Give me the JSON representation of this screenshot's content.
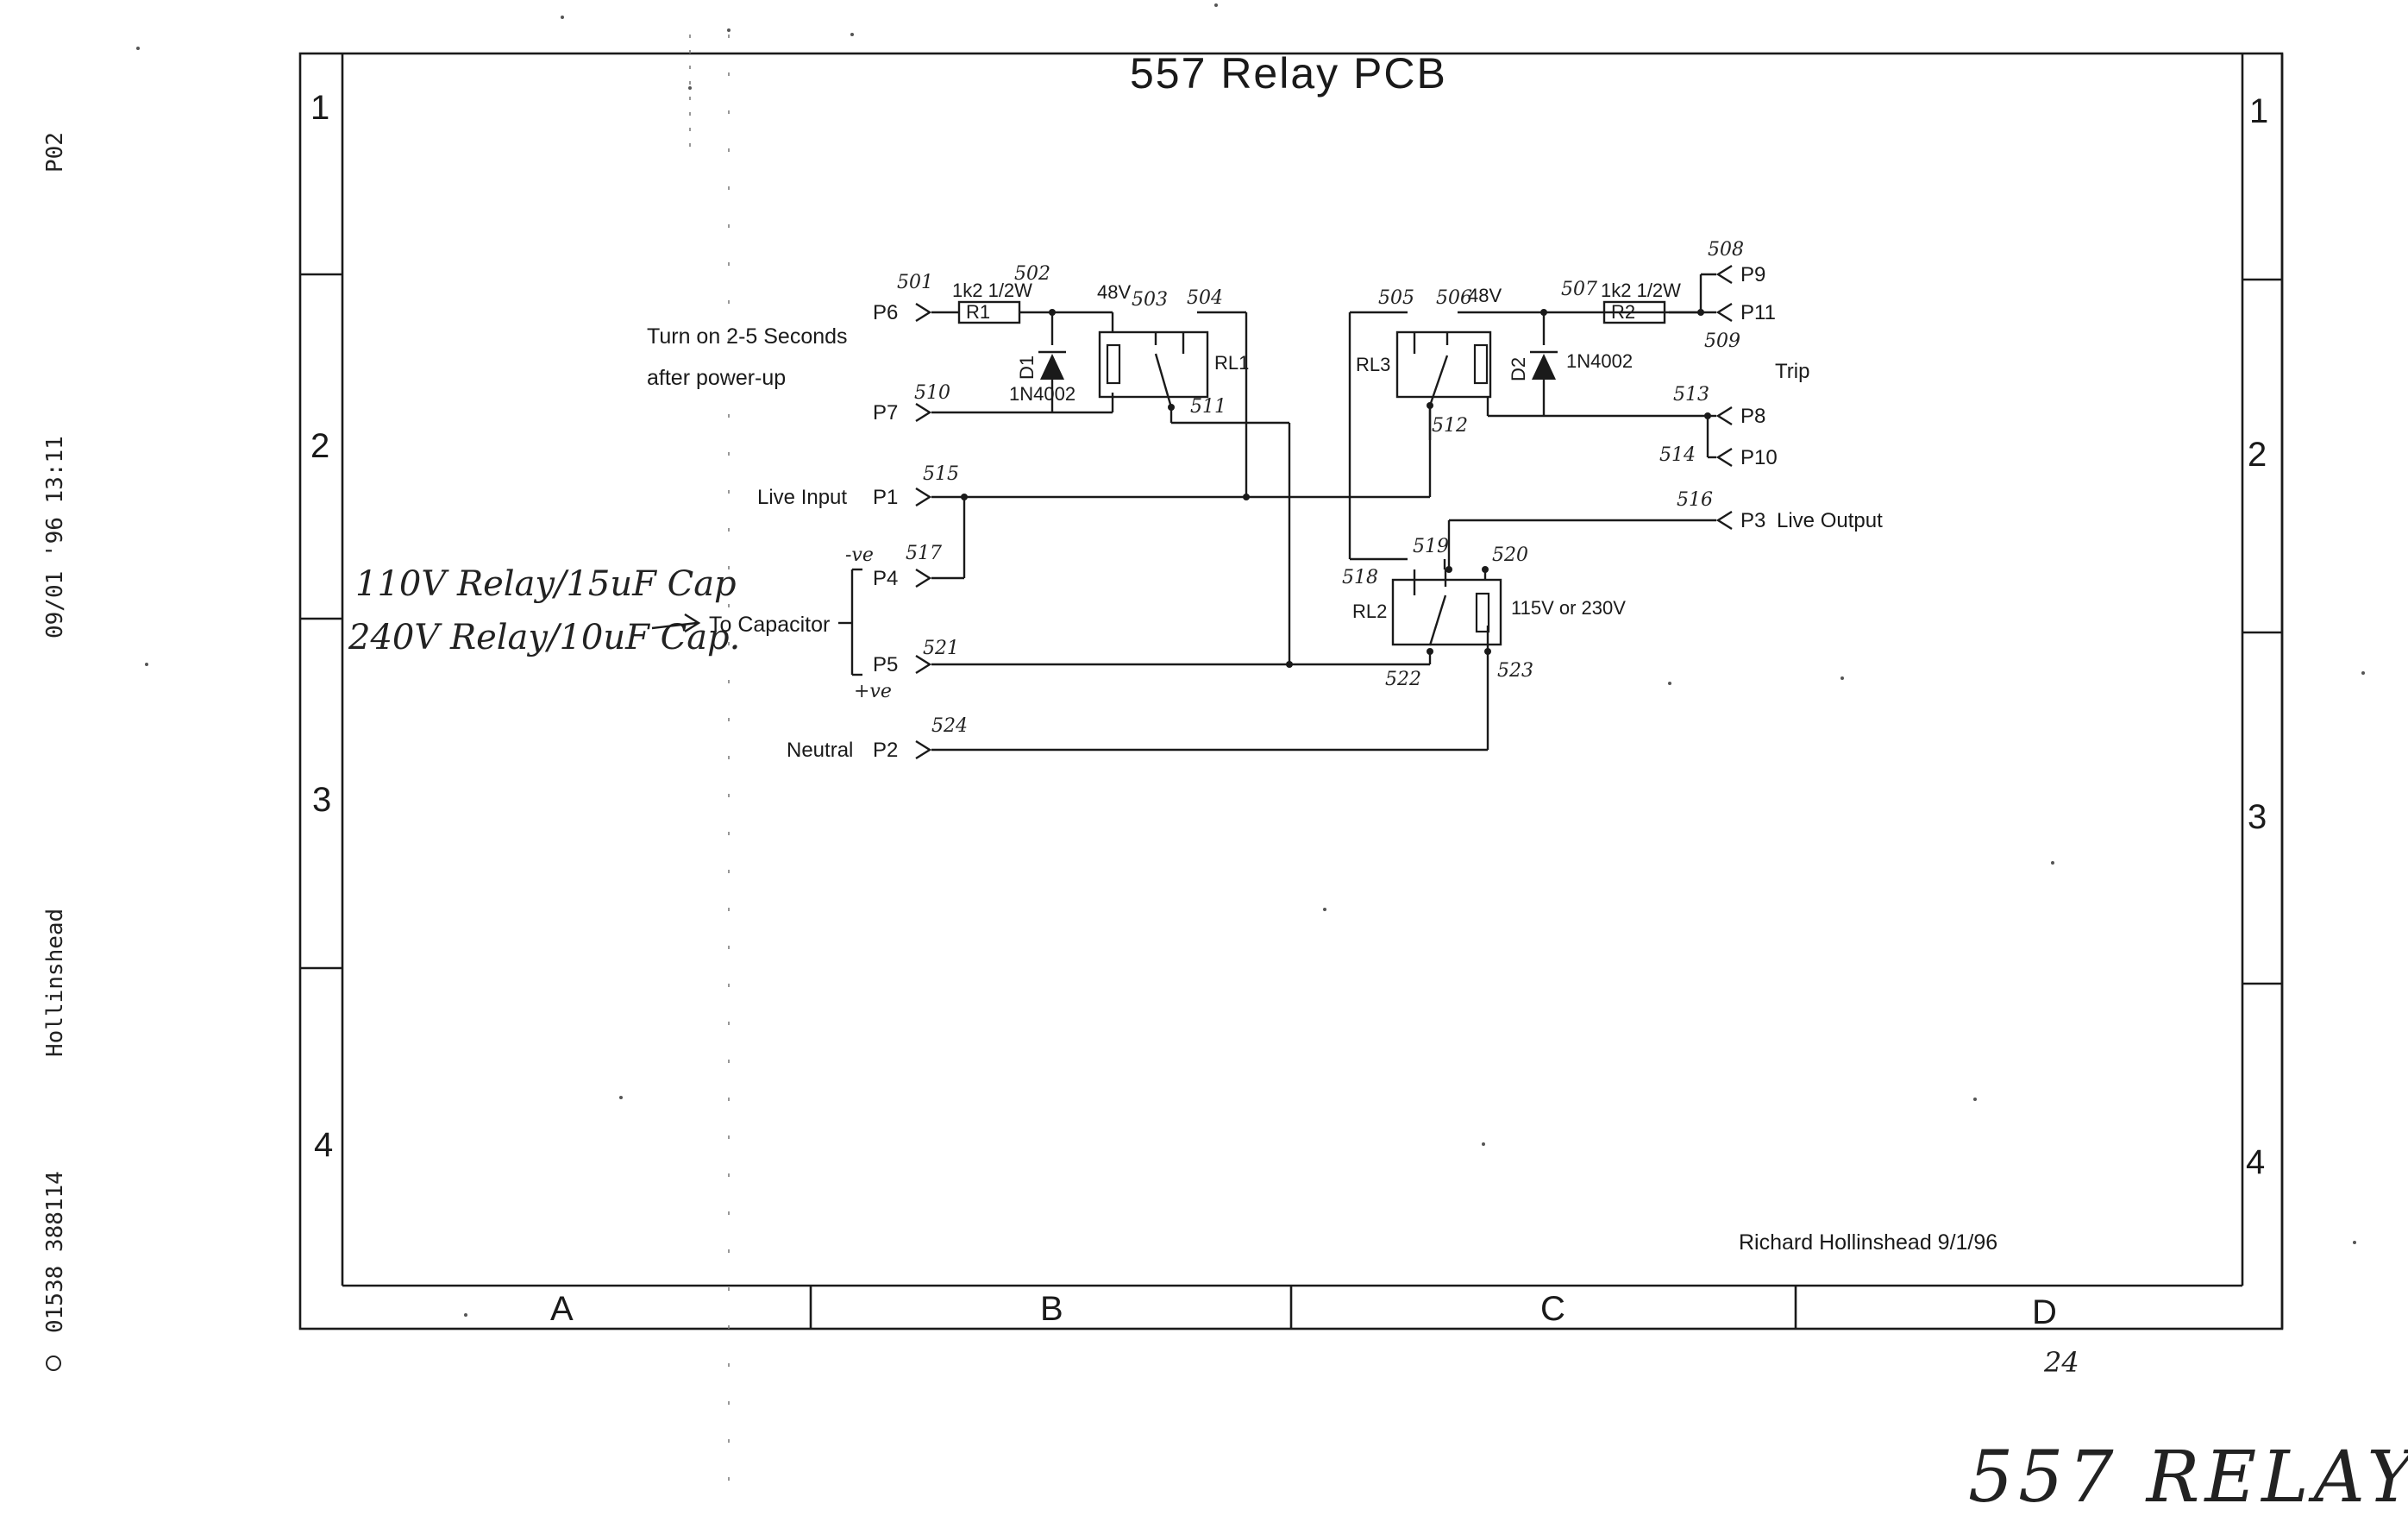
{
  "title": "557 Relay PCB",
  "side_text": {
    "page": "P02",
    "datetime": "09/01 '96 13:11",
    "name": "Hollinshead",
    "phone": "01538 388114"
  },
  "grid": {
    "rows": [
      "1",
      "2",
      "3",
      "4"
    ],
    "cols": [
      "A",
      "B",
      "C",
      "D"
    ]
  },
  "notes": {
    "turn_on_line1": "Turn on 2-5 Seconds",
    "turn_on_line2": "after power-up",
    "to_capacitor": "To Capacitor",
    "trip": "Trip",
    "relay_voltage": "115V or 230V",
    "author": "Richard Hollinshead 9/1/96",
    "page_number": "24"
  },
  "handwritten": {
    "line1": "110V Relay/15uF Cap",
    "line2": "240V Relay/10uF Cap.",
    "ve_minus": "-ve",
    "ve_plus": "+ve",
    "footer": "557 RELAY"
  },
  "ports": {
    "p6": "P6",
    "p7": "P7",
    "p1": "P1",
    "p4": "P4",
    "p5": "P5",
    "p2": "P2",
    "p9": "P9",
    "p11": "P11",
    "p8": "P8",
    "p10": "P10",
    "p3": "P3"
  },
  "port_labels": {
    "live_input": "Live Input",
    "neutral": "Neutral",
    "live_output": "Live Output"
  },
  "components": {
    "r1": "R1",
    "r1_value": "1k2 1/2W",
    "r2": "R2",
    "r2_value": "1k2 1/2W",
    "d1": "D1",
    "d1_value": "1N4002",
    "d2": "D2",
    "d2_value": "1N4002",
    "rl1": "RL1",
    "rl2": "RL2",
    "rl3": "RL3",
    "v48_a": "48V",
    "v48_b": "48V"
  },
  "nodes": {
    "s01": "501",
    "s02": "502",
    "s03": "503",
    "s04": "504",
    "s05": "505",
    "s06": "506",
    "s07": "507",
    "s08": "508",
    "s09": "509",
    "s10": "510",
    "s11": "511",
    "s12": "512",
    "s13": "513",
    "s14": "514",
    "s15": "515",
    "s16": "516",
    "s17": "517",
    "s18": "518",
    "s19": "519",
    "s20": "520",
    "s21": "521",
    "s22": "522",
    "s23": "523",
    "s24": "524"
  }
}
